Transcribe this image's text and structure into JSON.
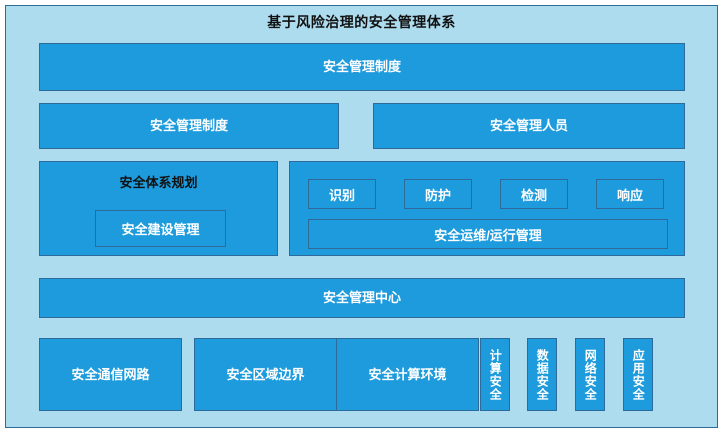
{
  "diagram": {
    "title": "基于风险治理的安全管理体系",
    "colors": {
      "frame_background": "#aedcef",
      "frame_border": "#2c6b93",
      "box_fill": "#1e9bdc",
      "box_border": "#2f6b9a",
      "box_text": "#ffffff",
      "heading_text": "#111111"
    },
    "rows": {
      "row1": {
        "policy_top": "安全管理制度"
      },
      "row2": {
        "policy": "安全管理制度",
        "personnel": "安全管理人员"
      },
      "row3": {
        "planning_panel": {
          "heading": "安全体系规划",
          "child": "安全建设管理"
        },
        "operations_panel": {
          "pdrr": [
            "识别",
            "防护",
            "检测",
            "响应"
          ],
          "maintenance": "安全运维/运行管理"
        }
      },
      "row4": {
        "center": "安全管理中心"
      },
      "row5": {
        "wide": [
          "安全通信网路",
          "安全区域边界",
          "安全计算环境"
        ],
        "vertical": [
          "计算安全",
          "数据安全",
          "网络安全",
          "应用安全"
        ]
      }
    }
  }
}
